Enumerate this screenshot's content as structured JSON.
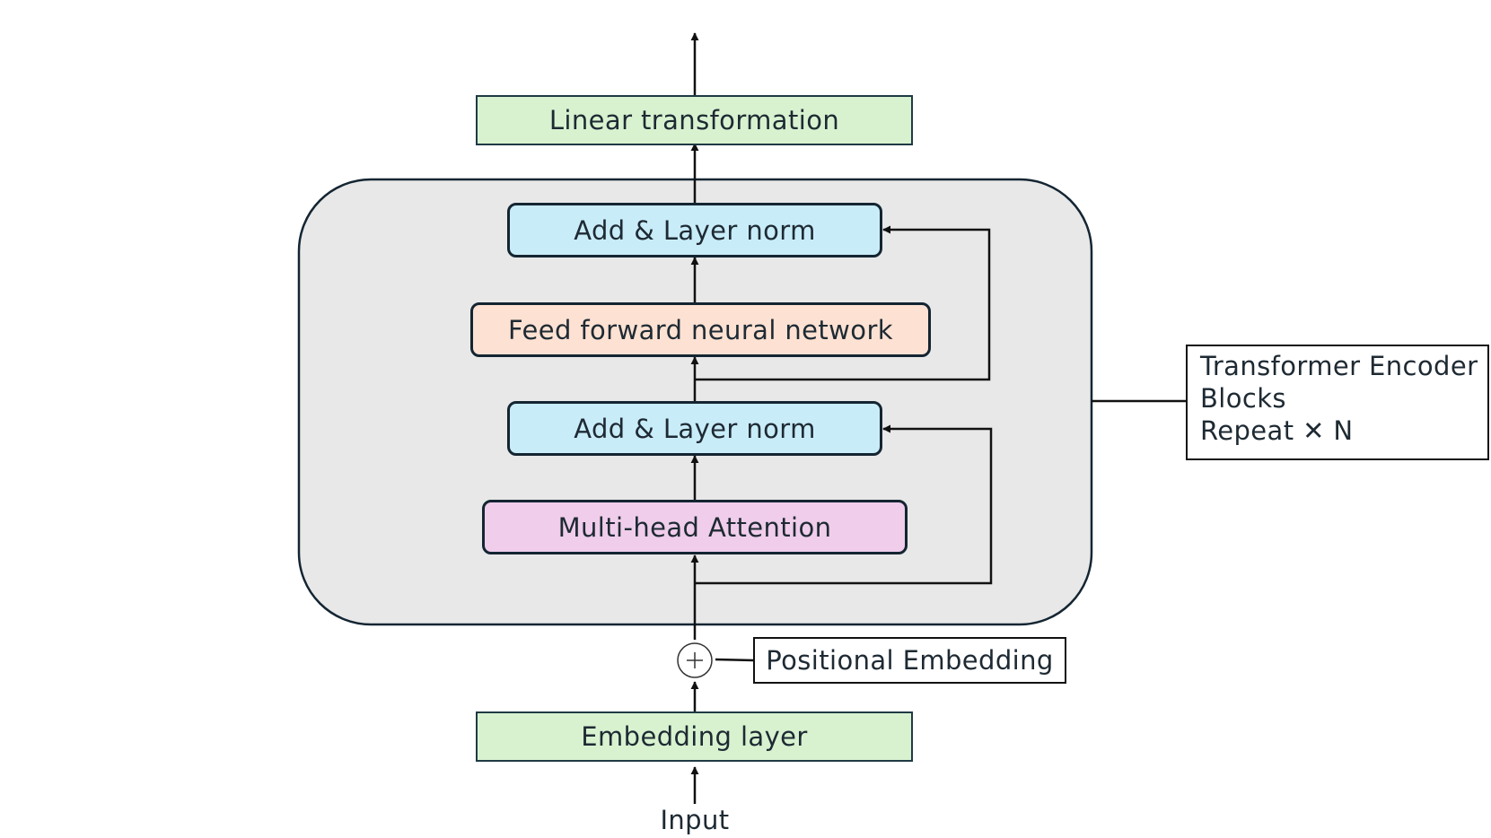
{
  "diagram": {
    "output_layer": "Linear transformation",
    "encoder_block": {
      "add_norm_top": "Add & Layer norm",
      "feed_forward": "Feed forward neural network",
      "add_norm_bottom": "Add & Layer norm",
      "attention": "Multi-head Attention"
    },
    "encoder_label": {
      "line1": "Transformer Encoder",
      "line2": "Blocks",
      "line3": "Repeat ✕ N"
    },
    "positional_embedding": "Positional Embedding",
    "embedding_layer": "Embedding layer",
    "input_label": "Input",
    "colors": {
      "linear": "#d8f2d0",
      "add_norm": "#c9ecf9",
      "feed_forward": "#fde1d2",
      "attention": "#f0cdeb",
      "embedding": "#d8f2d0",
      "encoder_background": "#e8e8e8"
    }
  }
}
